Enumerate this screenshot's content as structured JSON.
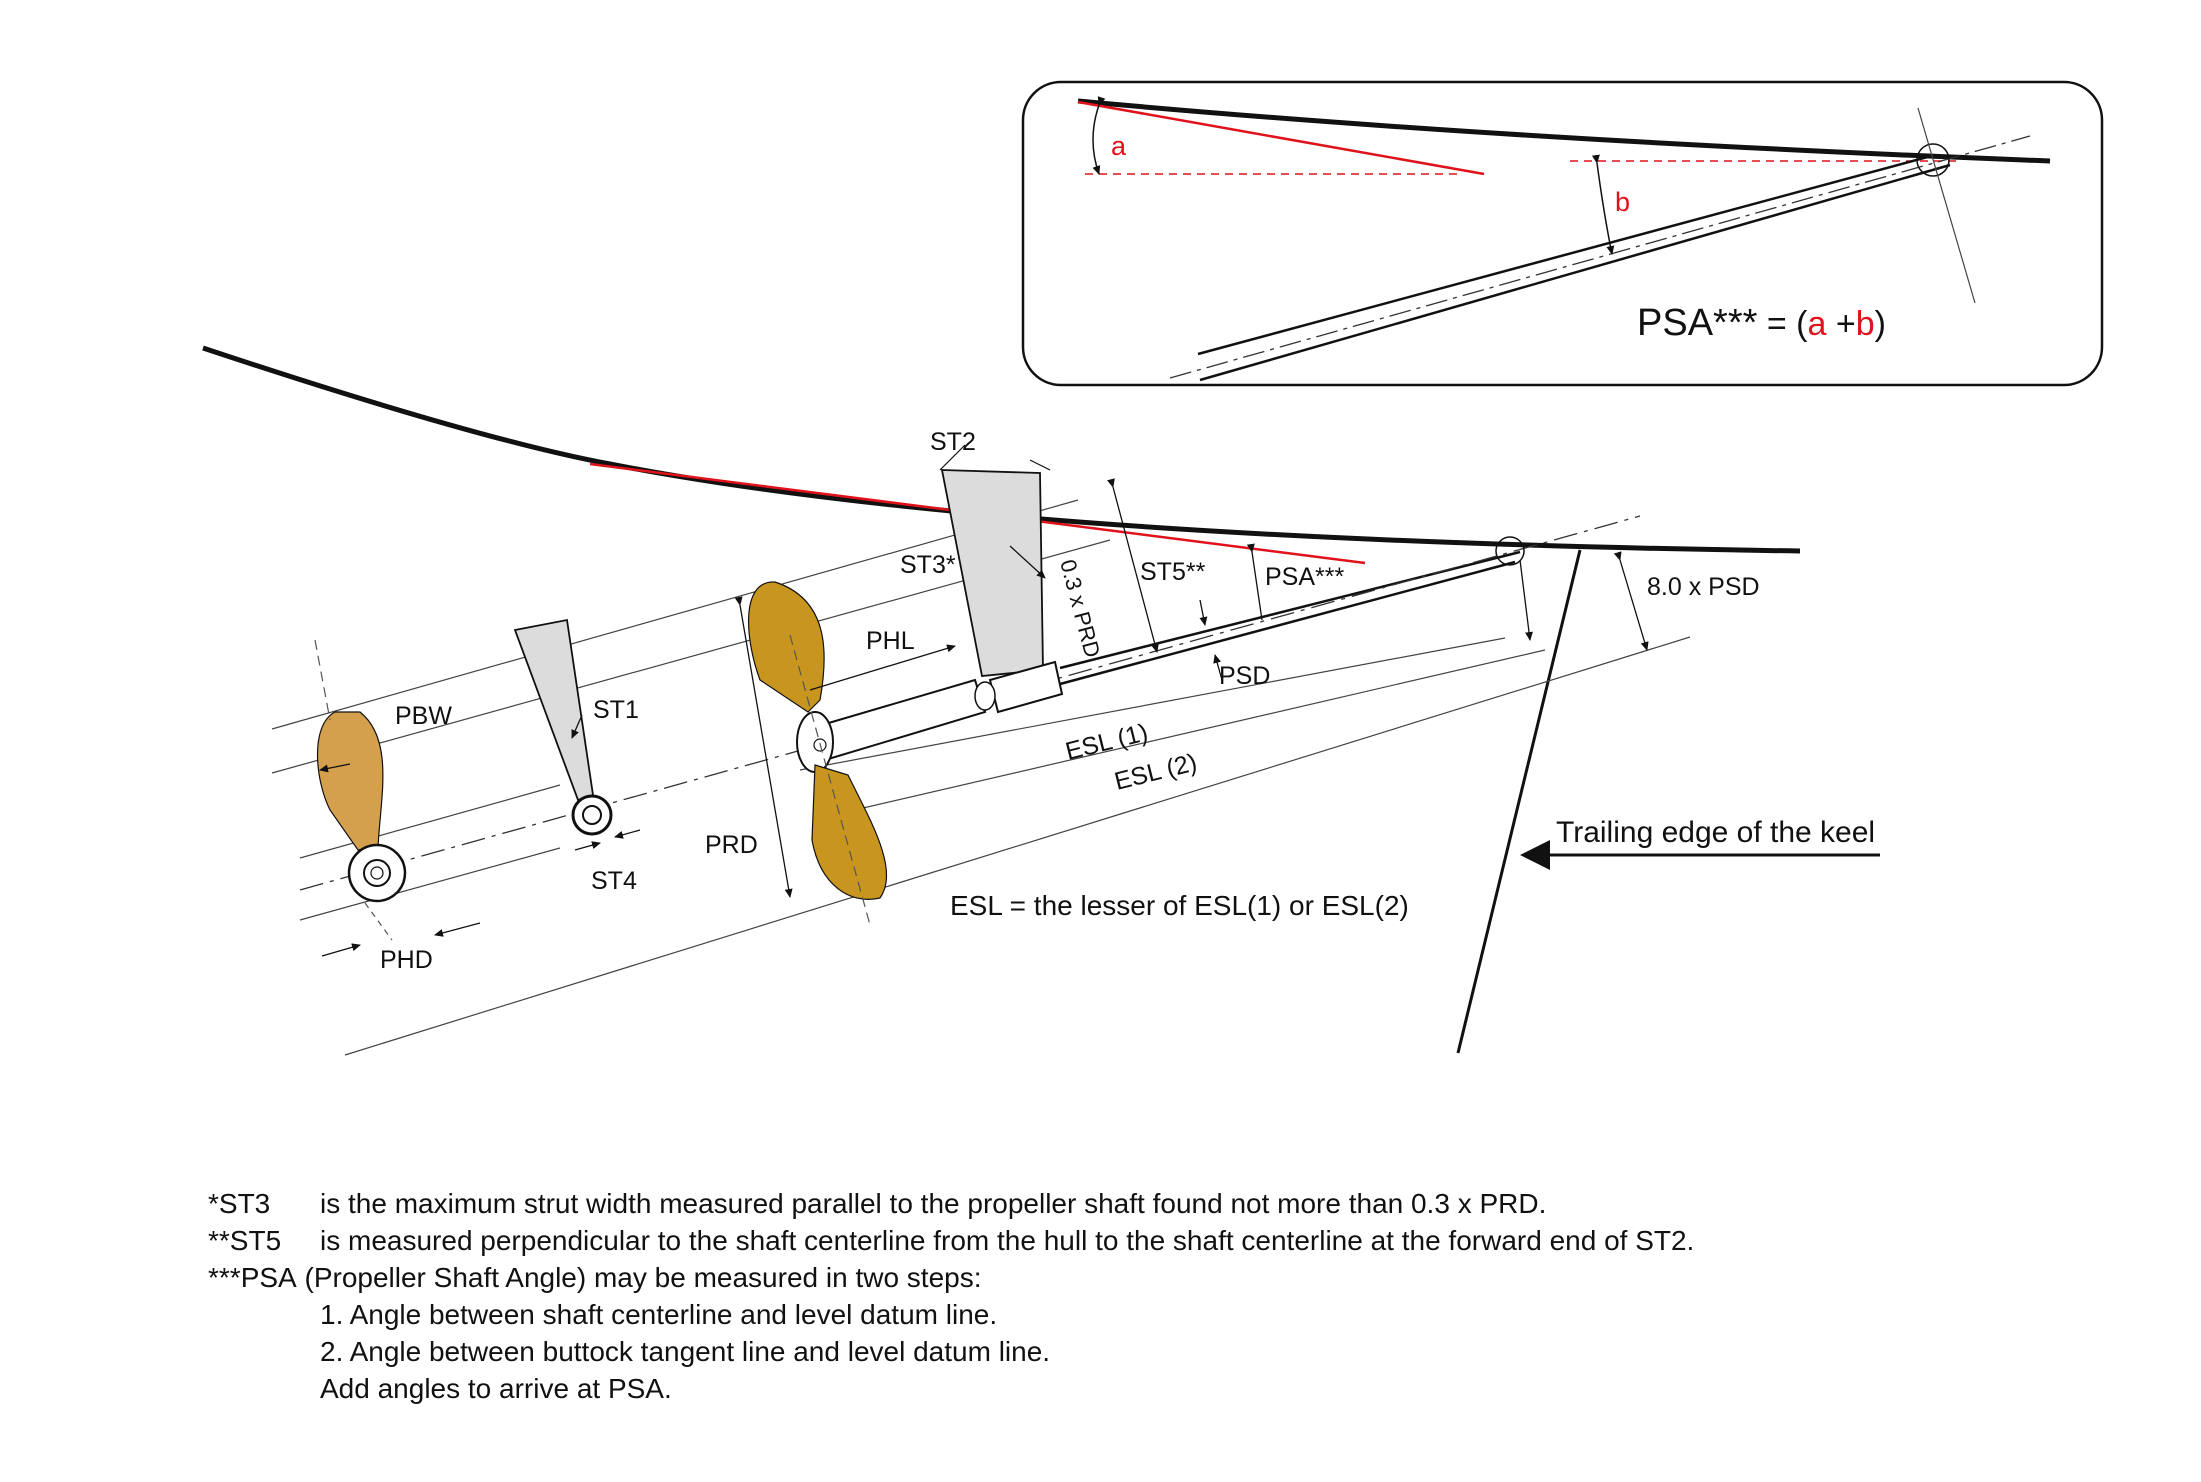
{
  "labels": {
    "st2": "ST2",
    "st3": "ST3*",
    "st5": "ST5**",
    "psa": "PSA***",
    "pbw": "PBW",
    "st1": "ST1",
    "phl": "PHL",
    "prd": "PRD",
    "st4": "ST4",
    "phd": "PHD",
    "psd": "PSD",
    "prd_frac": "0.3 x PRD",
    "psd8": "8.0 x PSD",
    "esl1": "ESL (1)",
    "esl2": "ESL (2)",
    "esl_def": "ESL  = the  lesser of ESL(1) or  ESL(2)",
    "keel": "Trailing edge of the keel"
  },
  "inset": {
    "a": "a",
    "b": "b",
    "formula_main": "PSA***",
    "formula_eq": " = (",
    "formula_a": "a",
    "formula_plus": " +",
    "formula_b": "b",
    "formula_close": ")"
  },
  "notes": {
    "st3_key": "*ST3",
    "st3_text": "is  the  maximum  strut  width measured parallel to the propeller shaft found not more than 0.3 x PRD.",
    "st5_key": "**ST5",
    "st5_text": "is  measured perpendicular to the shaft centerline from the hull to the shaft centerline at the forward end of ST2.",
    "psa_key": "***PSA",
    "psa_text": " (Propeller Shaft Angle) may be measured in two steps:",
    "step1": "1. Angle between shaft centerline and level datum line.",
    "step2": "2. Angle between buttock tangent line and level datum line.",
    "step3": "Add angles to arrive at PSA."
  },
  "colors": {
    "propeller": "#c8961e",
    "red": "#e0121b",
    "strut": "#dcdcdc"
  }
}
